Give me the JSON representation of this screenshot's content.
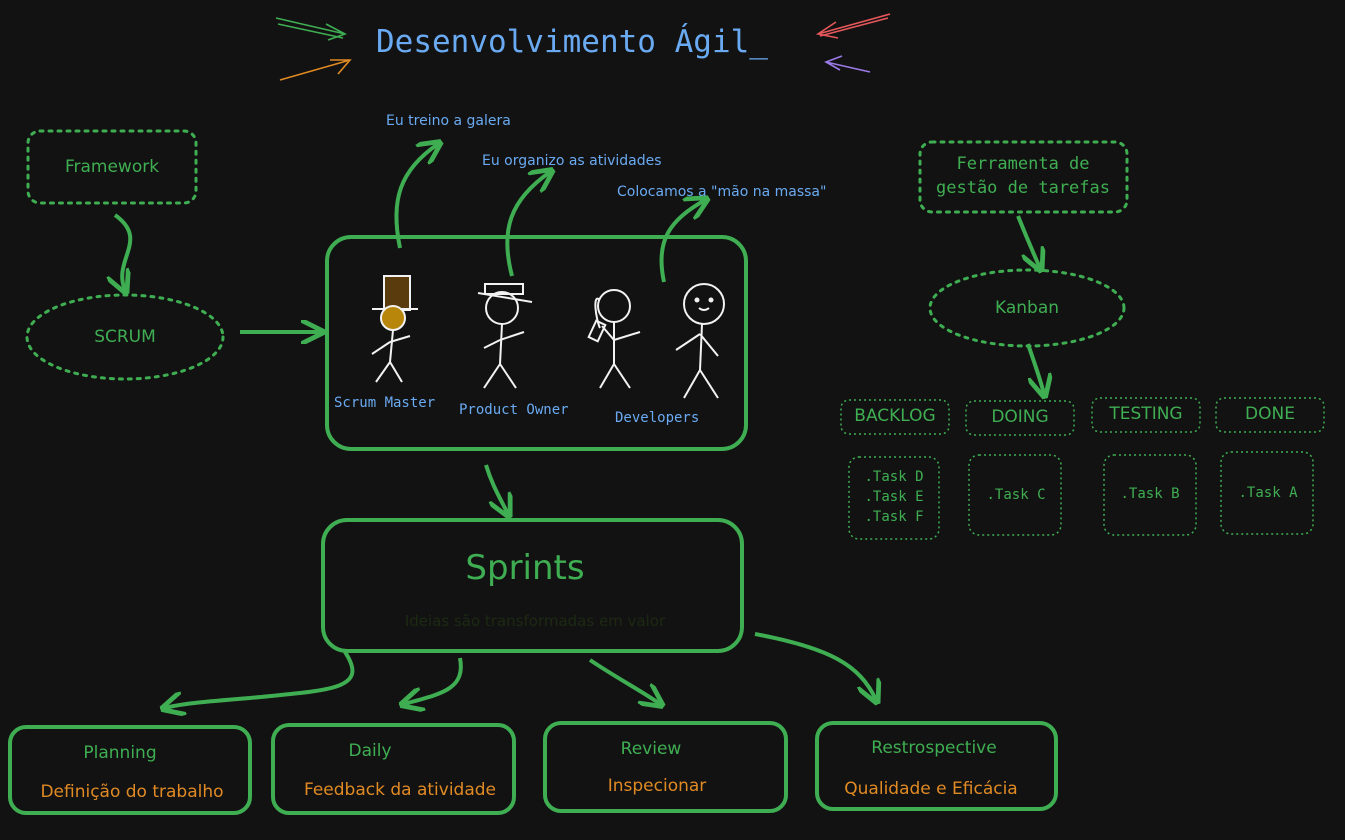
{
  "title": "Desenvolvimento Ágil_",
  "framework": {
    "label": "Framework",
    "scrum": "SCRUM"
  },
  "roles": {
    "scrum_master": "Scrum Master",
    "product_owner": "Product Owner",
    "developers": "Developers"
  },
  "notes": {
    "scrum_master": "Eu treino a galera",
    "product_owner": "Eu organizo as atividades",
    "developers": "Colocamos a \"mão na massa\""
  },
  "tool": {
    "label_line1": "Ferramenta de",
    "label_line2": "gestão de tarefas",
    "kanban": "Kanban"
  },
  "columns": [
    {
      "name": "BACKLOG",
      "tasks": [
        ".Task D",
        ".Task E",
        ".Task F"
      ]
    },
    {
      "name": "DOING",
      "tasks": [
        ".Task C"
      ]
    },
    {
      "name": "TESTING",
      "tasks": [
        ".Task B"
      ]
    },
    {
      "name": "DONE",
      "tasks": [
        ".Task A"
      ]
    }
  ],
  "sprints": {
    "title": "Sprints",
    "subtitle": "Ideias são transformadas em valor"
  },
  "events": [
    {
      "name": "Planning",
      "desc": "Definição do trabalho"
    },
    {
      "name": "Daily",
      "desc": "Feedback da atividade"
    },
    {
      "name": "Review",
      "desc": "Inspecionar"
    },
    {
      "name": "Restrospective",
      "desc": "Qualidade e Eficácia"
    }
  ],
  "colors": {
    "green": "#3fae52",
    "blue": "#6aaaf2",
    "orange": "#e08a24",
    "background": "#121212",
    "white": "#f2f2f2"
  }
}
